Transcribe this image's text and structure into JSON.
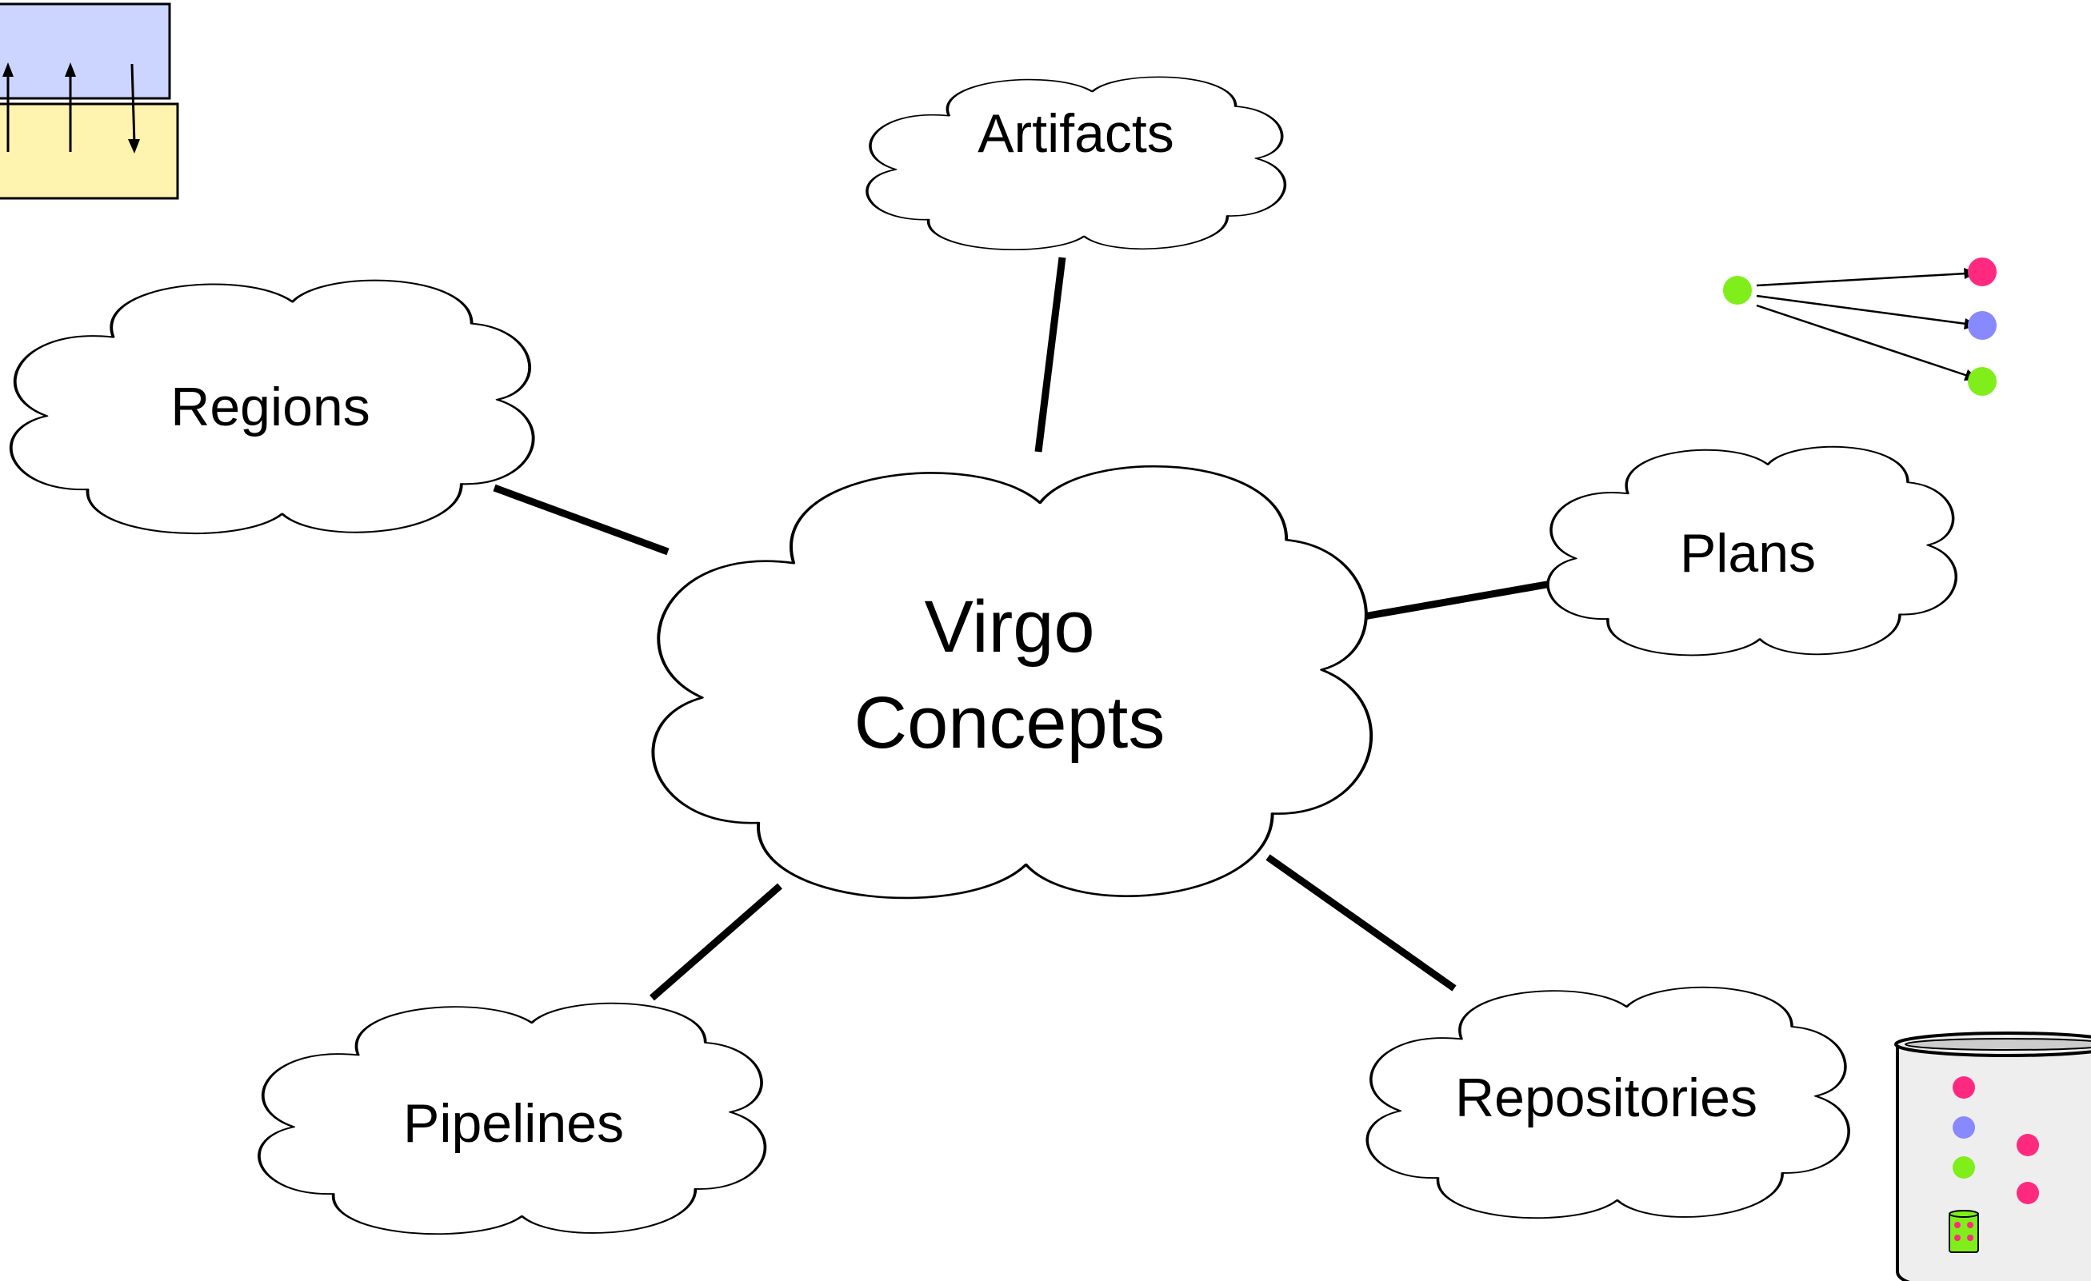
{
  "center": {
    "line1": "Virgo",
    "line2": "Concepts"
  },
  "nodes": {
    "artifacts": "Artifacts",
    "regions": "Regions",
    "plans": "Plans",
    "pipelines": "Pipelines",
    "repositories": "Repositories"
  },
  "colors": {
    "region_top": "#ccd5ff",
    "region_bottom": "#fff3b0",
    "dot_pink": "#ff2a7f",
    "dot_blue": "#8888ff",
    "dot_green": "#80ee1a",
    "repo_fill": "#eeeeee"
  },
  "icons": {
    "regions": "region-layers-icon",
    "plans": "plan-graph-icon",
    "repositories": "repository-cylinder-icon"
  }
}
